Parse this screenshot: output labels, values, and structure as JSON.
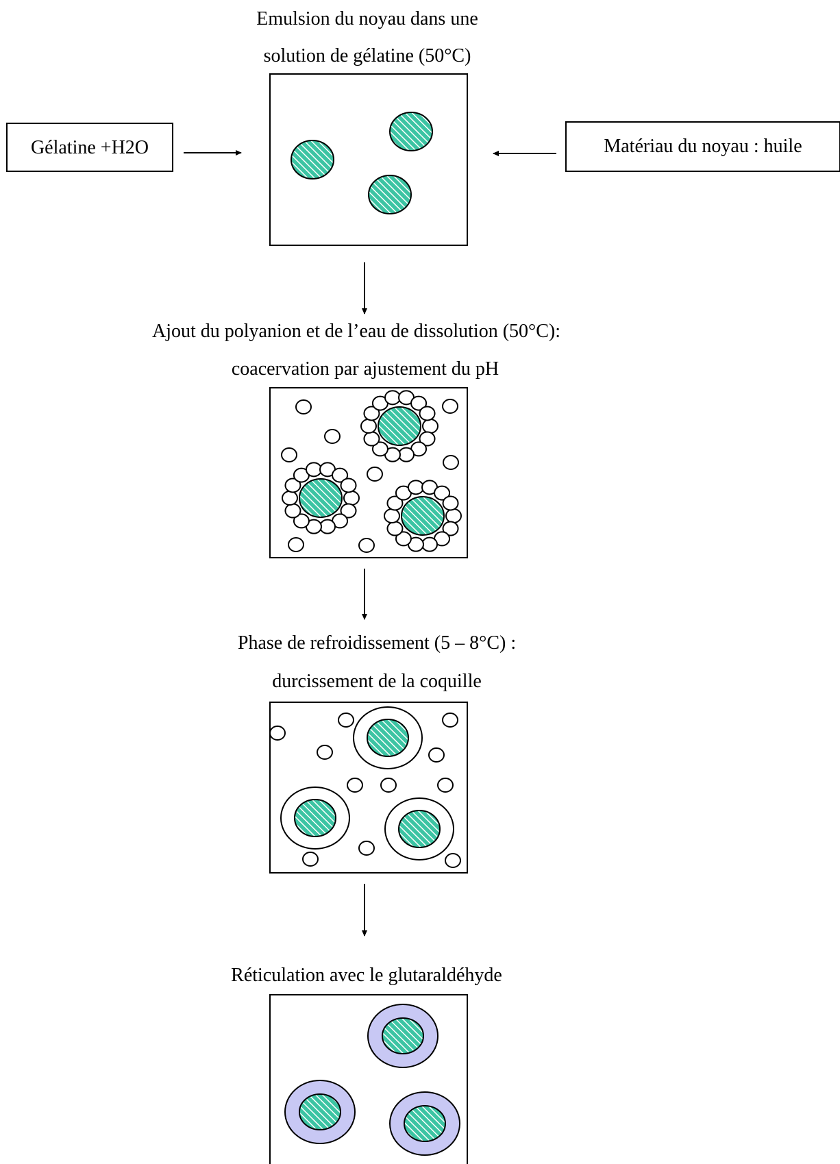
{
  "step1": {
    "title_line1": "Emulsion du noyau dans une",
    "title_line2": "solution de gélatine (50°C)",
    "left_input": "Gélatine +H2O",
    "right_input": "Matériau du noyau : huile"
  },
  "step2": {
    "title_line1": "Ajout du polyanion et de l’eau de dissolution (50°C):",
    "title_line2": "coacervation par ajustement du pH"
  },
  "step3": {
    "title_line1": "Phase de refroidissement (5 – 8°C) :",
    "title_line2": "durcissement de la coquille"
  },
  "step4": {
    "title_line1": "Réticulation avec le glutaraldéhyde"
  },
  "colors": {
    "core_fill": "#3cc4a3",
    "core_hatch": "#ffffff",
    "crosslinked_shell": "#c8c8f4",
    "line": "#000000"
  }
}
